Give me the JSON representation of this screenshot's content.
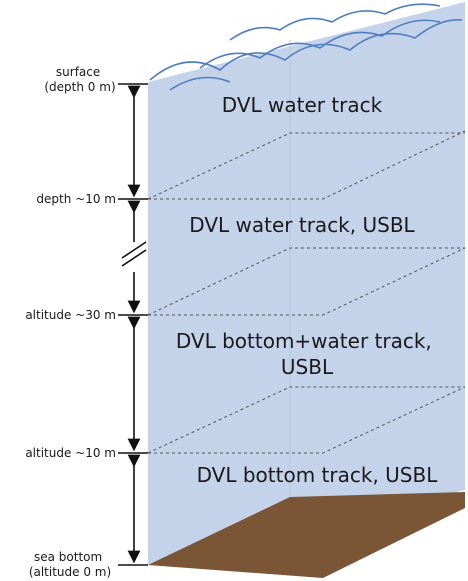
{
  "colors": {
    "water": "#c4d2ea",
    "water_edge": "#a9bde0",
    "wave": "#4f7fc0",
    "seabed": "#7b5636",
    "line": "#111111",
    "dotted": "#555555"
  },
  "side_labels": {
    "surface": [
      "surface",
      "(depth 0 m)"
    ],
    "depth10": "depth ~10 m",
    "alt30": "altitude ~30 m",
    "alt10": "altitude ~10 m",
    "bottom": [
      "sea bottom",
      "(altitude 0 m)"
    ]
  },
  "zones": {
    "z1": [
      "DVL water track"
    ],
    "z2": [
      "DVL water track, USBL"
    ],
    "z3": [
      "DVL bottom+water track,",
      "USBL"
    ],
    "z4": [
      "DVL bottom track, USBL"
    ]
  }
}
